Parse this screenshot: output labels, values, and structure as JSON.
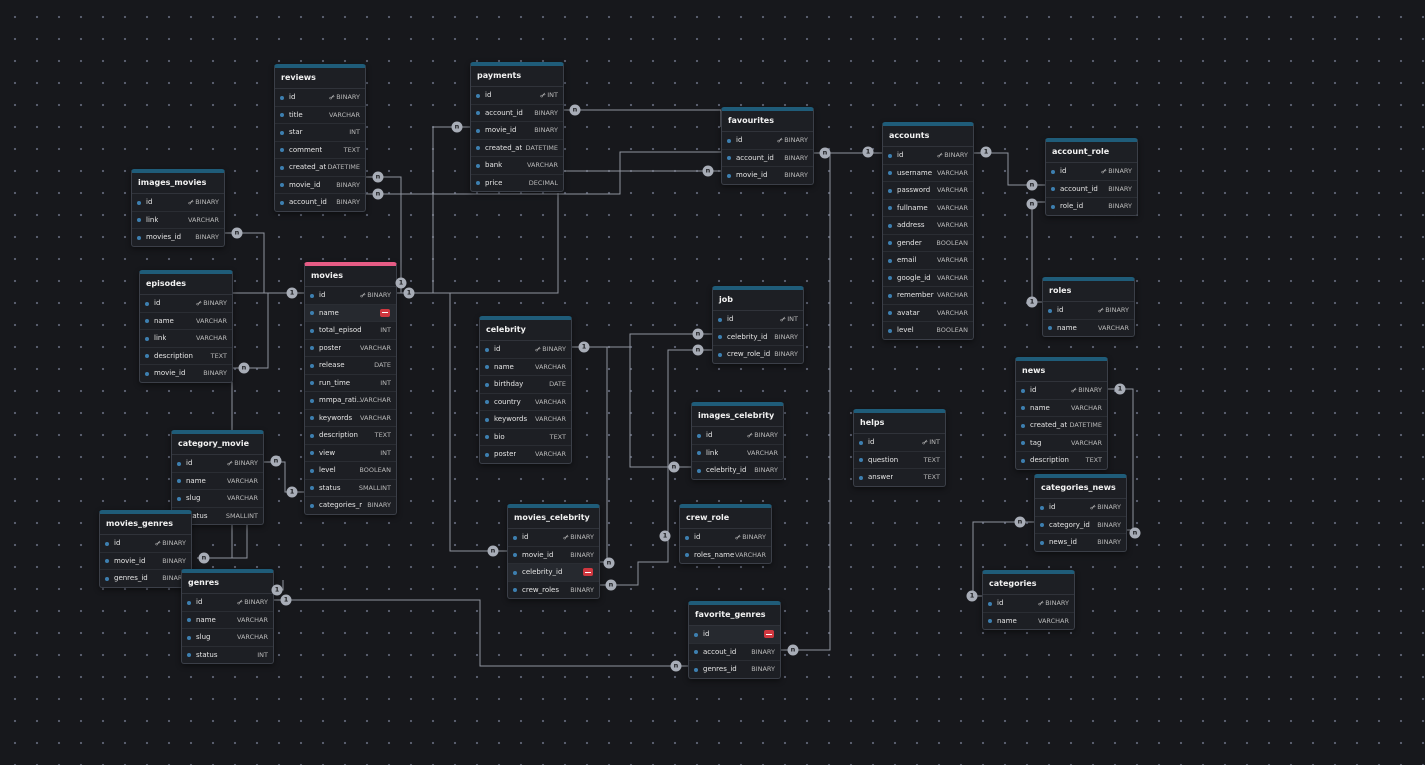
{
  "tables": [
    {
      "name": "reviews",
      "fields": [
        [
          "id",
          "BINARY",
          "pk"
        ],
        [
          "title",
          "VARCHAR"
        ],
        [
          "star",
          "INT"
        ],
        [
          "comment",
          "TEXT"
        ],
        [
          "created_at",
          "DATETIME"
        ],
        [
          "movie_id",
          "BINARY"
        ],
        [
          "account_id",
          "BINARY"
        ]
      ]
    },
    {
      "name": "payments",
      "fields": [
        [
          "id",
          "INT",
          "pk"
        ],
        [
          "account_id",
          "BINARY"
        ],
        [
          "movie_id",
          "BINARY"
        ],
        [
          "created_at",
          "DATETIME"
        ],
        [
          "bank",
          "VARCHAR"
        ],
        [
          "price",
          "DECIMAL"
        ]
      ]
    },
    {
      "name": "favourites",
      "fields": [
        [
          "id",
          "BINARY",
          "pk"
        ],
        [
          "account_id",
          "BINARY"
        ],
        [
          "movie_id",
          "BINARY"
        ]
      ]
    },
    {
      "name": "accounts",
      "fields": [
        [
          "id",
          "BINARY",
          "pk"
        ],
        [
          "username",
          "VARCHAR"
        ],
        [
          "password",
          "VARCHAR"
        ],
        [
          "fullname",
          "VARCHAR"
        ],
        [
          "address",
          "VARCHAR"
        ],
        [
          "gender",
          "BOOLEAN"
        ],
        [
          "email",
          "VARCHAR"
        ],
        [
          "google_id",
          "VARCHAR"
        ],
        [
          "remember",
          "VARCHAR"
        ],
        [
          "avatar",
          "VARCHAR"
        ],
        [
          "level",
          "BOOLEAN"
        ]
      ]
    },
    {
      "name": "account_role",
      "fields": [
        [
          "id",
          "BINARY",
          "pk"
        ],
        [
          "account_id",
          "BINARY"
        ],
        [
          "role_id",
          "BINARY"
        ]
      ]
    },
    {
      "name": "images_movies",
      "fields": [
        [
          "id",
          "BINARY",
          "pk"
        ],
        [
          "link",
          "VARCHAR"
        ],
        [
          "movies_id",
          "BINARY"
        ]
      ]
    },
    {
      "name": "episodes",
      "fields": [
        [
          "id",
          "BINARY",
          "pk"
        ],
        [
          "name",
          "VARCHAR"
        ],
        [
          "link",
          "VARCHAR"
        ],
        [
          "description",
          "TEXT"
        ],
        [
          "movie_id",
          "BINARY"
        ]
      ]
    },
    {
      "name": "movies",
      "fields": [
        [
          "id",
          "BINARY",
          "pk"
        ],
        [
          "name",
          "",
          "del"
        ],
        [
          "total_episode",
          "INT"
        ],
        [
          "poster",
          "VARCHAR"
        ],
        [
          "release",
          "DATE"
        ],
        [
          "run_time",
          "INT"
        ],
        [
          "mmpa_rati...",
          "VARCHAR"
        ],
        [
          "keywords",
          "VARCHAR"
        ],
        [
          "description",
          "TEXT"
        ],
        [
          "view",
          "INT"
        ],
        [
          "level",
          "BOOLEAN"
        ],
        [
          "status",
          "SMALLINT"
        ],
        [
          "categories_m...",
          "BINARY"
        ]
      ]
    },
    {
      "name": "celebrity",
      "fields": [
        [
          "id",
          "BINARY",
          "pk"
        ],
        [
          "name",
          "VARCHAR"
        ],
        [
          "birthday",
          "DATE"
        ],
        [
          "country",
          "VARCHAR"
        ],
        [
          "keywords",
          "VARCHAR"
        ],
        [
          "bio",
          "TEXT"
        ],
        [
          "poster",
          "VARCHAR"
        ]
      ]
    },
    {
      "name": "job",
      "fields": [
        [
          "id",
          "INT",
          "pk"
        ],
        [
          "celebrity_id",
          "BINARY"
        ],
        [
          "crew_role_id",
          "BINARY"
        ]
      ]
    },
    {
      "name": "roles",
      "fields": [
        [
          "id",
          "BINARY",
          "pk"
        ],
        [
          "name",
          "VARCHAR"
        ]
      ]
    },
    {
      "name": "images_celebrity",
      "fields": [
        [
          "id",
          "BINARY",
          "pk"
        ],
        [
          "link",
          "VARCHAR"
        ],
        [
          "celebrity_id",
          "BINARY"
        ]
      ]
    },
    {
      "name": "helps",
      "fields": [
        [
          "id",
          "INT",
          "pk"
        ],
        [
          "question",
          "TEXT"
        ],
        [
          "answer",
          "TEXT"
        ]
      ]
    },
    {
      "name": "news",
      "fields": [
        [
          "id",
          "BINARY",
          "pk"
        ],
        [
          "name",
          "VARCHAR"
        ],
        [
          "created_at",
          "DATETIME"
        ],
        [
          "tag",
          "VARCHAR"
        ],
        [
          "description",
          "TEXT"
        ]
      ]
    },
    {
      "name": "category_movie",
      "fields": [
        [
          "id",
          "BINARY",
          "pk"
        ],
        [
          "name",
          "VARCHAR"
        ],
        [
          "slug",
          "VARCHAR"
        ],
        [
          "status",
          "SMALLINT"
        ]
      ]
    },
    {
      "name": "categories_news",
      "fields": [
        [
          "id",
          "BINARY",
          "pk"
        ],
        [
          "category_id",
          "BINARY"
        ],
        [
          "news_id",
          "BINARY"
        ]
      ]
    },
    {
      "name": "movies_genres",
      "fields": [
        [
          "id",
          "BINARY",
          "pk"
        ],
        [
          "movie_id",
          "BINARY"
        ],
        [
          "genres_id",
          "BINARY"
        ]
      ]
    },
    {
      "name": "movies_celebrity",
      "fields": [
        [
          "id",
          "BINARY",
          "pk"
        ],
        [
          "movie_id",
          "BINARY"
        ],
        [
          "celebrity_id",
          "",
          "del"
        ],
        [
          "crew_roles",
          "BINARY"
        ]
      ]
    },
    {
      "name": "crew_role",
      "fields": [
        [
          "id",
          "BINARY",
          "pk"
        ],
        [
          "roles_name",
          "VARCHAR"
        ]
      ]
    },
    {
      "name": "genres",
      "fields": [
        [
          "id",
          "BINARY",
          "pk"
        ],
        [
          "name",
          "VARCHAR"
        ],
        [
          "slug",
          "VARCHAR"
        ],
        [
          "status",
          "INT"
        ]
      ]
    },
    {
      "name": "categories",
      "fields": [
        [
          "id",
          "BINARY",
          "pk"
        ],
        [
          "name",
          "VARCHAR"
        ]
      ]
    },
    {
      "name": "favorite_genres",
      "fields": [
        [
          "id",
          "",
          "del"
        ],
        [
          "accout_id",
          "BINARY"
        ],
        [
          "genres_id",
          "BINARY"
        ]
      ]
    }
  ],
  "cardinality": {
    "one": "1",
    "many": "n"
  },
  "colors": {
    "background": "#17181c",
    "header_accent": "#1f5c79",
    "movies_accent": "#e65c85",
    "edge": "#8f949e",
    "delete": "#d0373f"
  }
}
